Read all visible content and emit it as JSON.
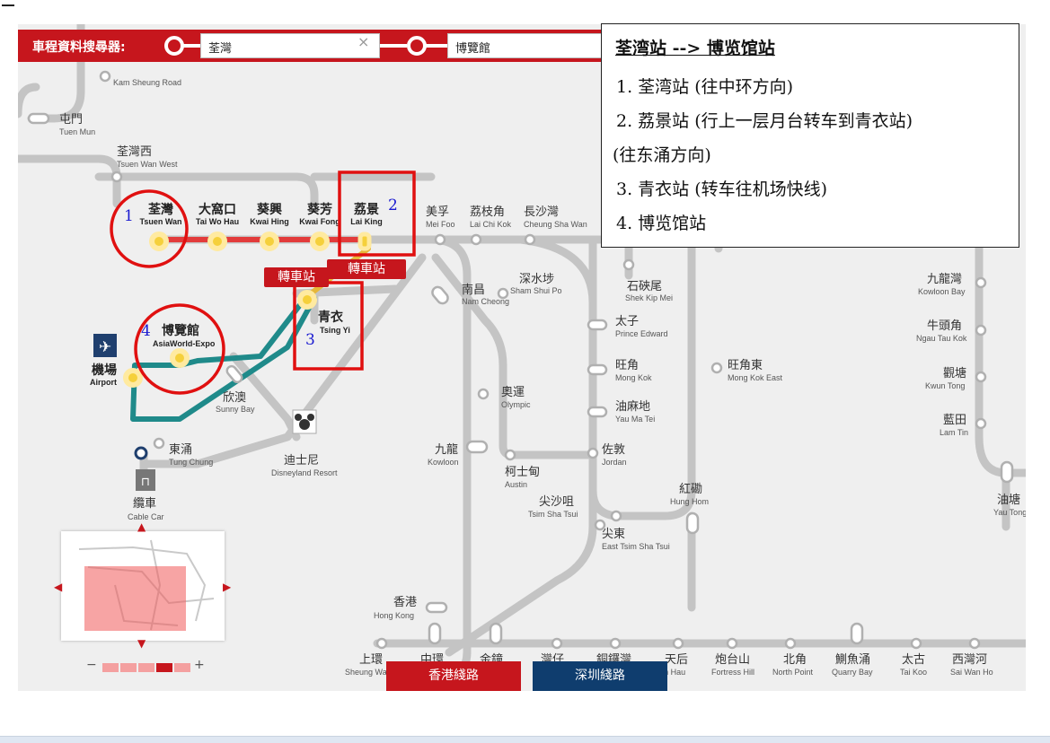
{
  "search": {
    "label": "車程資料搜尋器:",
    "from": "荃灣",
    "to": "博覽館",
    "clear_glyph": "×"
  },
  "info": {
    "title": "荃湾站 --> 博览馆站",
    "lines": [
      "1. 荃湾站 (往中环方向)",
      "2. 荔景站 (行上一层月台转车到青衣站)",
      "(往东涌方向)",
      "3. 青衣站 (转车往机场快线)",
      "4. 博览馆站"
    ]
  },
  "transfer_badges": [
    "轉車站",
    "轉車站"
  ],
  "markers": [
    "1",
    "2",
    "3",
    "4"
  ],
  "stations": {
    "kam_sheung_road": {
      "en": "Kam Sheung Road"
    },
    "tuen_mun": {
      "cn": "屯門",
      "en": "Tuen Mun"
    },
    "tsuen_wan_west": {
      "cn": "荃灣西",
      "en": "Tsuen Wan West"
    },
    "tsuen_wan": {
      "cn": "荃灣",
      "en": "Tsuen Wan"
    },
    "tai_wo_hau": {
      "cn": "大窩口",
      "en": "Tai Wo Hau"
    },
    "kwai_hing": {
      "cn": "葵興",
      "en": "Kwai Hing"
    },
    "kwai_fong": {
      "cn": "葵芳",
      "en": "Kwai Fong"
    },
    "lai_king": {
      "cn": "荔景",
      "en": "Lai King"
    },
    "mei_foo": {
      "cn": "美孚",
      "en": "Mei Foo"
    },
    "lai_chi_kok": {
      "cn": "荔枝角",
      "en": "Lai Chi Kok"
    },
    "cheung_sha_wan": {
      "cn": "長沙灣",
      "en": "Cheung Sha Wan"
    },
    "nam_cheong": {
      "cn": "南昌",
      "en": "Nam Cheong"
    },
    "sham_shui_po": {
      "cn": "深水埗",
      "en": "Sham Shui Po"
    },
    "shek_kip_mei": {
      "cn": "石硤尾",
      "en": "Shek Kip Mei"
    },
    "prince_edward": {
      "cn": "太子",
      "en": "Prince Edward"
    },
    "mong_kok": {
      "cn": "旺角",
      "en": "Mong Kok"
    },
    "mong_kok_east": {
      "cn": "旺角東",
      "en": "Mong Kok East"
    },
    "yau_ma_tei": {
      "cn": "油麻地",
      "en": "Yau Ma Tei"
    },
    "jordan": {
      "cn": "佐敦",
      "en": "Jordan"
    },
    "olympic": {
      "cn": "奧運",
      "en": "Olympic"
    },
    "kowloon": {
      "cn": "九龍",
      "en": "Kowloon"
    },
    "austin": {
      "cn": "柯士甸",
      "en": "Austin"
    },
    "tsim_sha_tsui": {
      "cn": "尖沙咀",
      "en": "Tsim Sha Tsui"
    },
    "east_tsim_sha_tsui": {
      "cn": "尖東",
      "en": "East Tsim Sha Tsui"
    },
    "hung_hom": {
      "cn": "紅磡",
      "en": "Hung Hom"
    },
    "tsing_yi": {
      "cn": "青衣",
      "en": "Tsing Yi"
    },
    "asiaworld_expo": {
      "cn": "博覽館",
      "en": "AsiaWorld-Expo"
    },
    "airport": {
      "cn": "機場",
      "en": "Airport"
    },
    "sunny_bay": {
      "cn": "欣澳",
      "en": "Sunny Bay"
    },
    "disneyland": {
      "cn": "迪士尼",
      "en": "Disneyland Resort"
    },
    "tung_chung": {
      "cn": "東涌",
      "en": "Tung Chung"
    },
    "cable_car": {
      "cn": "纜車",
      "en": "Cable Car"
    },
    "kowloon_bay": {
      "cn": "九龍灣",
      "en": "Kowloon Bay"
    },
    "ngau_tau_kok": {
      "cn": "牛頭角",
      "en": "Ngau Tau Kok"
    },
    "kwun_tong": {
      "cn": "觀塘",
      "en": "Kwun Tong"
    },
    "lam_tin": {
      "cn": "藍田",
      "en": "Lam Tin"
    },
    "yau_tong": {
      "cn": "油塘",
      "en": "Yau Tong"
    },
    "hong_kong": {
      "cn": "香港",
      "en": "Hong Kong"
    },
    "sheung_wan": {
      "cn": "上環",
      "en": "Sheung Wan"
    },
    "central": {
      "cn": "中環"
    },
    "admiralty": {
      "cn": "金鐘"
    },
    "wan_chai": {
      "cn": "灣仔"
    },
    "causeway_bay": {
      "cn": "銅鑼灣"
    },
    "tin_hau": {
      "cn": "天后",
      "en": "Tin Hau"
    },
    "fortress_hill": {
      "cn": "炮台山",
      "en": "Fortress Hill"
    },
    "north_point": {
      "cn": "北角",
      "en": "North Point"
    },
    "quarry_bay": {
      "cn": "鰂魚涌",
      "en": "Quarry Bay"
    },
    "tai_koo": {
      "cn": "太古",
      "en": "Tai Koo"
    },
    "sai_wan_ho": {
      "cn": "西灣河",
      "en": "Sai Wan Ho"
    }
  },
  "zoom": {
    "minus": "−",
    "plus": "+"
  },
  "tabs": {
    "hk": "香港綫路",
    "sz": "深圳綫路"
  },
  "colors": {
    "brand_red": "#c6161d",
    "route_red": "#e23b3b",
    "route_teal": "#1f8a8a",
    "track_grey": "#c4c4c4",
    "tab_blue": "#0f3d6e"
  }
}
